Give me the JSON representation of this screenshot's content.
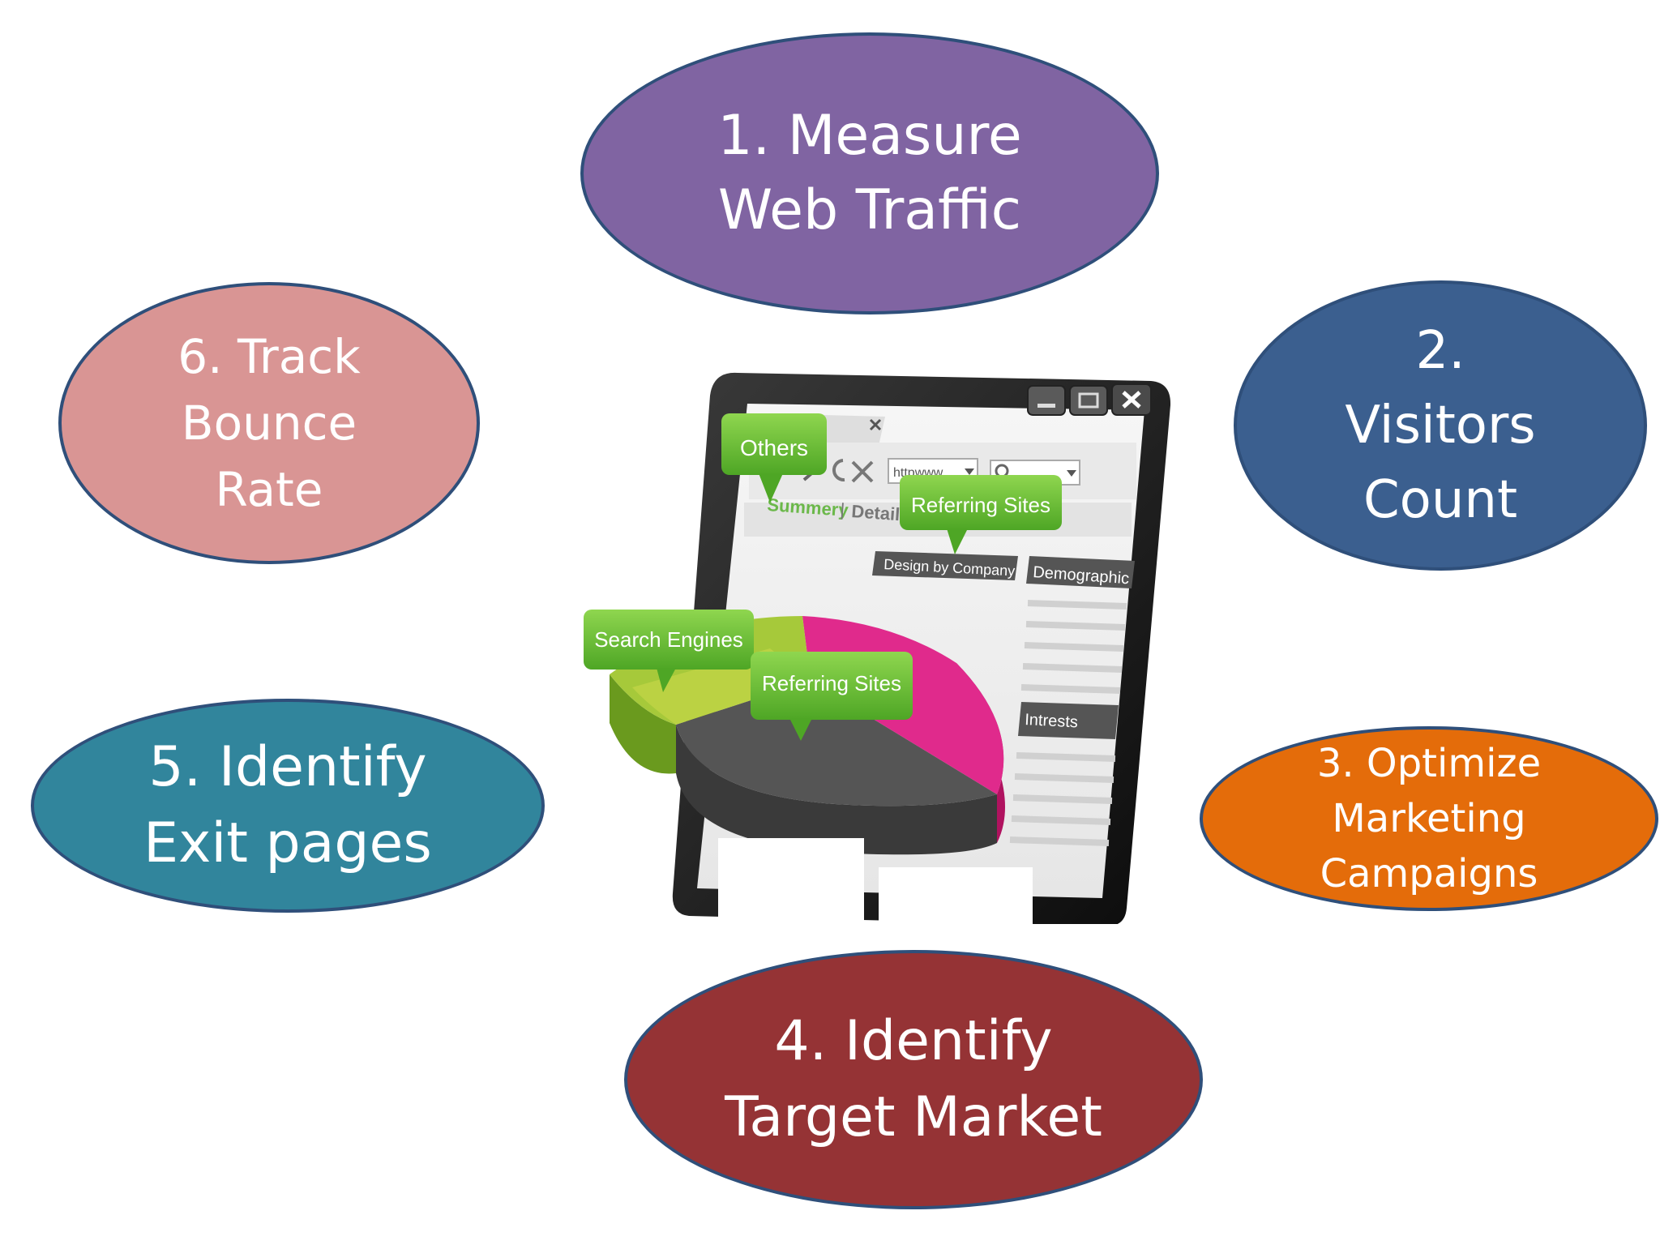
{
  "steps": [
    {
      "label": "1. Measure\nWeb Traffic",
      "color": "#8064a2"
    },
    {
      "label": "2.\nVisitors\nCount",
      "color": "#3b5f8f"
    },
    {
      "label": "3. Optimize\nMarketing\nCampaigns",
      "color": "#e46c0a"
    },
    {
      "label": "4. Identify\nTarget Market",
      "color": "#953335"
    },
    {
      "label": "5. Identify\nExit pages",
      "color": "#31859c"
    },
    {
      "label": "6. Track\nBounce\nRate",
      "color": "#d99594"
    }
  ],
  "illustration": {
    "url_text": "httpwww",
    "tabs": {
      "summary": "Summery",
      "separator": "|",
      "detailed": "Detailed"
    },
    "panels": {
      "design": "Design by Company",
      "demographic": "Demographic",
      "interests": "Intrests"
    },
    "bubbles": {
      "others": "Others",
      "referring_top": "Referring Sites",
      "search": "Search Engines",
      "referring_bottom": "Referring Sites"
    },
    "icons": [
      "back-arrow-icon",
      "forward-arrow-icon",
      "refresh-icon",
      "stop-icon",
      "search-icon",
      "minimize-icon",
      "maximize-icon",
      "close-icon"
    ]
  }
}
